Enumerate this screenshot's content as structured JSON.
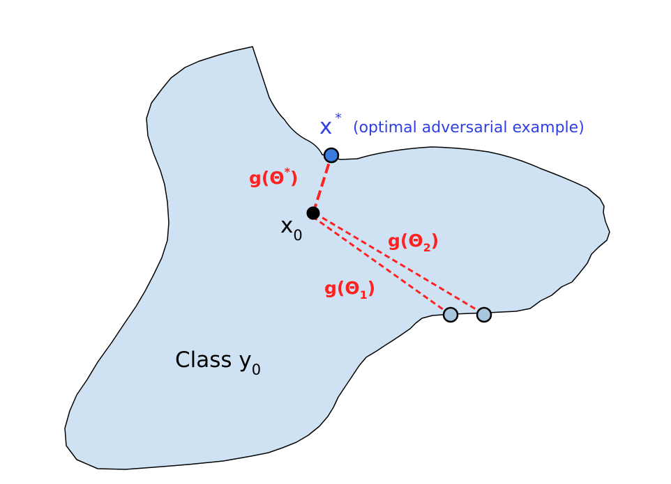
{
  "colors": {
    "region_fill": "#cfe2f3",
    "region_stroke": "#000000",
    "path_red": "#ff2020",
    "optimal_point": "#3a7be0",
    "boundary_point": "#a9c6df",
    "origin_point": "#000000",
    "label_blue": "#2f3fe0"
  },
  "labels": {
    "x_star_base": "x",
    "x_star_sup": "*",
    "x_star_desc": "(optimal adversarial example)",
    "x0_base": "x",
    "x0_sub": "0",
    "class_base": "Class y",
    "class_sub": "0",
    "g_star_prefix": "g(Θ",
    "g_star_sup": "*",
    "g_star_suffix": ")",
    "g2_prefix": "g(Θ",
    "g2_sub": "2",
    "g2_suffix": ")",
    "g1_prefix": "g(Θ",
    "g1_sub": "1",
    "g1_suffix": ")"
  }
}
